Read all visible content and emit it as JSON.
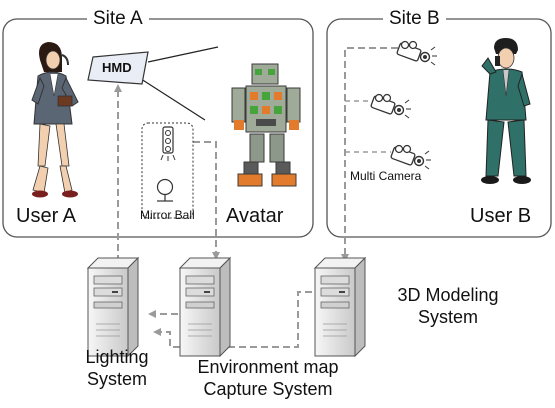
{
  "site_a": {
    "title": "Site A",
    "user_label": "User A",
    "hmd_label": "HMD",
    "mirror_ball_label": "Mirror Ball",
    "avatar_label": "Avatar"
  },
  "site_b": {
    "title": "Site B",
    "user_label": "User B",
    "camera_label": "Multi Camera"
  },
  "systems": {
    "lighting": [
      "Lighting",
      "System"
    ],
    "environment_map": [
      "Environment map",
      "Capture System"
    ],
    "modeling": [
      "3D Modeling",
      "System"
    ]
  },
  "colors": {
    "frame": "#555555",
    "dashed_line": "#9a9a9a",
    "hmd_fill": "#e9eef6",
    "suit_a": "#5b6675",
    "suit_b": "#2f7168",
    "robot_body": "#a0aa98",
    "robot_accent_orange": "#e27c2c",
    "robot_accent_green": "#47a43c",
    "server_fill": "#ececec"
  },
  "icons": {
    "user_a": "businesswoman-phone-icon",
    "user_b": "businessman-phone-icon",
    "avatar": "robot-avatar-icon",
    "hmd": "head-mounted-display-icon",
    "mirror_ball": "mirror-ball-icon",
    "camera": "video-camera-icon",
    "server": "tower-server-icon"
  }
}
